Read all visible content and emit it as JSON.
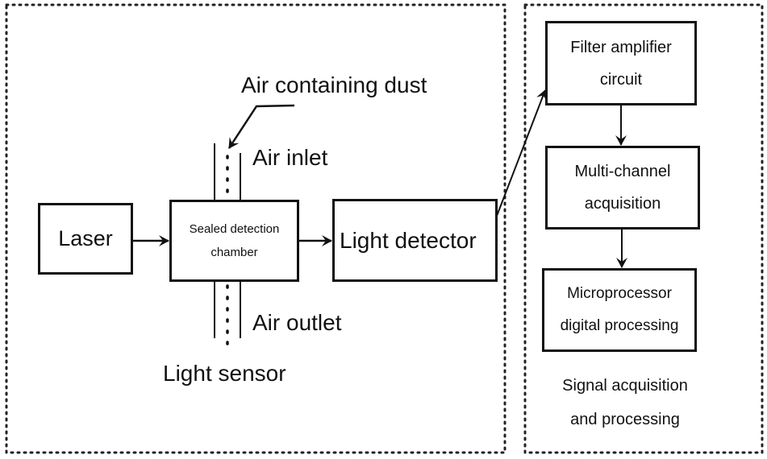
{
  "diagram": {
    "colors": {
      "stroke": "#111111",
      "background": "#ffffff"
    },
    "left_group": {
      "nodes": {
        "laser": "Laser",
        "chamber": [
          "Sealed detection",
          "chamber"
        ],
        "light_detector": "Light detector"
      },
      "labels": {
        "air_containing_dust": "Air containing dust",
        "air_inlet": "Air inlet",
        "air_outlet": "Air outlet",
        "light_sensor": "Light sensor"
      }
    },
    "right_group": {
      "nodes": {
        "filter_amplifier": [
          "Filter amplifier",
          "circuit"
        ],
        "multi_channel": [
          "Multi-channel",
          "acquisition"
        ],
        "microprocessor": [
          "Microprocessor",
          "digital processing"
        ]
      },
      "caption": [
        "Signal acquisition",
        "and processing"
      ]
    },
    "edges": [
      {
        "from": "Laser",
        "to": "Sealed detection chamber"
      },
      {
        "from": "Sealed detection chamber",
        "to": "Light detector"
      },
      {
        "from": "Light detector",
        "to": "Filter amplifier circuit"
      },
      {
        "from": "Filter amplifier circuit",
        "to": "Multi-channel acquisition"
      },
      {
        "from": "Multi-channel acquisition",
        "to": "Microprocessor digital processing"
      },
      {
        "from": "Air containing dust",
        "to": "Air inlet"
      }
    ]
  }
}
